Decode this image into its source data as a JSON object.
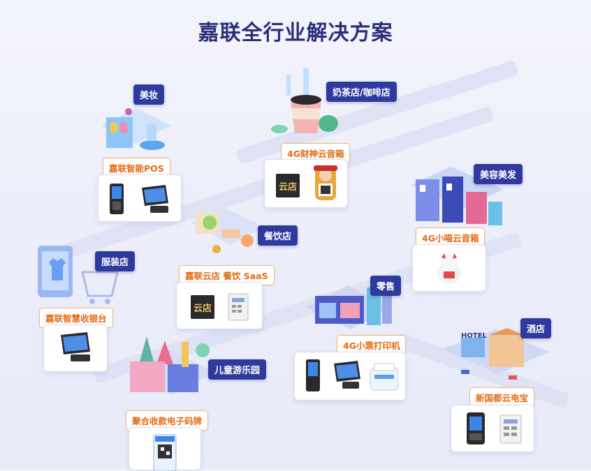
{
  "page": {
    "title": "嘉联全行业解决方案"
  },
  "industries": [
    {
      "tag": "美妆",
      "product": "嘉联智能POS"
    },
    {
      "tag": "奶茶店/咖啡店",
      "product": "4G财神云音箱"
    },
    {
      "tag": "美容美发",
      "product": "4G小喵云音箱"
    },
    {
      "tag": "餐饮店",
      "product": "嘉联云店 餐饮 SaaS"
    },
    {
      "tag": "服装店",
      "product": "嘉联智慧收银台"
    },
    {
      "tag": "零售",
      "product": "4G小票打印机"
    },
    {
      "tag": "酒店",
      "product": "新国都云电宝"
    },
    {
      "tag": "儿童游乐园",
      "product": "聚合收款电子码牌"
    }
  ],
  "logos": {
    "yundian": "云店",
    "hotel_sign": "HOTEL"
  },
  "colors": {
    "tag_bg": "#2e3a9e",
    "product_text": "#e46a12",
    "product_border": "#f3b574",
    "title": "#2b2f7a"
  }
}
